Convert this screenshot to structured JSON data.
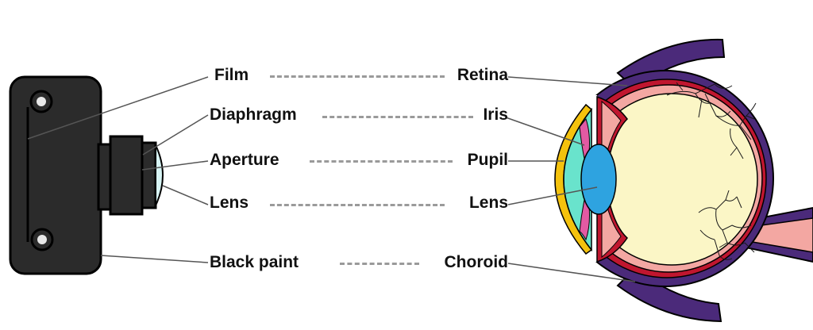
{
  "camera_labels": {
    "film": "Film",
    "diaphragm": "Diaphragm",
    "aperture": "Aperture",
    "lens": "Lens",
    "black_paint": "Black paint"
  },
  "eye_labels": {
    "retina": "Retina",
    "iris": "Iris",
    "pupil": "Pupil",
    "lens": "Lens",
    "choroid": "Choroid"
  },
  "colors": {
    "camera_body": "#2b2b2b",
    "camera_outline": "#000000",
    "sclera_outer": "#4b2a7a",
    "choroid_red": "#c0162f",
    "retina_pink": "#f3a7a2",
    "vitreous": "#fbf6c6",
    "cornea": "#69e3cc",
    "cornea_rim": "#f4c20d",
    "eye_lens": "#2ea3e0",
    "iris_pink": "#e25aa3",
    "camera_lens": "#d7f4f4",
    "leader_line": "#555555",
    "dash_line": "#9a9a9a"
  }
}
